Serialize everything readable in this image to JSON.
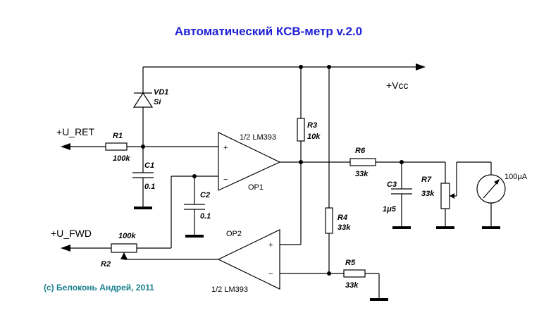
{
  "title": "Автоматический КСВ-метр v.2.0",
  "copyright": "(c) Белоконь Андрей, 2011",
  "nets": {
    "vcc": "+Vcc",
    "ret": "+U_RET",
    "fwd": "+U_FWD"
  },
  "components": {
    "vd1": {
      "ref": "VD1",
      "value": "Si"
    },
    "r1": {
      "ref": "R1",
      "value": "100k"
    },
    "c1": {
      "ref": "C1",
      "value": "0.1"
    },
    "c2": {
      "ref": "C2",
      "value": "0.1"
    },
    "r2": {
      "ref": "R2",
      "value": "100k"
    },
    "r3": {
      "ref": "R3",
      "value": "10k"
    },
    "r4": {
      "ref": "R4",
      "value": "33k"
    },
    "r5": {
      "ref": "R5",
      "value": "33k"
    },
    "r6": {
      "ref": "R6",
      "value": "33k"
    },
    "r7": {
      "ref": "R7",
      "value": "33k"
    },
    "c3": {
      "ref": "C3",
      "value": "1μ5"
    },
    "meter": {
      "value": "100μA"
    },
    "op1": {
      "ref": "OP1",
      "part": "1/2 LM393"
    },
    "op2": {
      "ref": "OP2",
      "part": "1/2 LM393"
    }
  },
  "pins": {
    "plus": "+",
    "minus": "−"
  }
}
